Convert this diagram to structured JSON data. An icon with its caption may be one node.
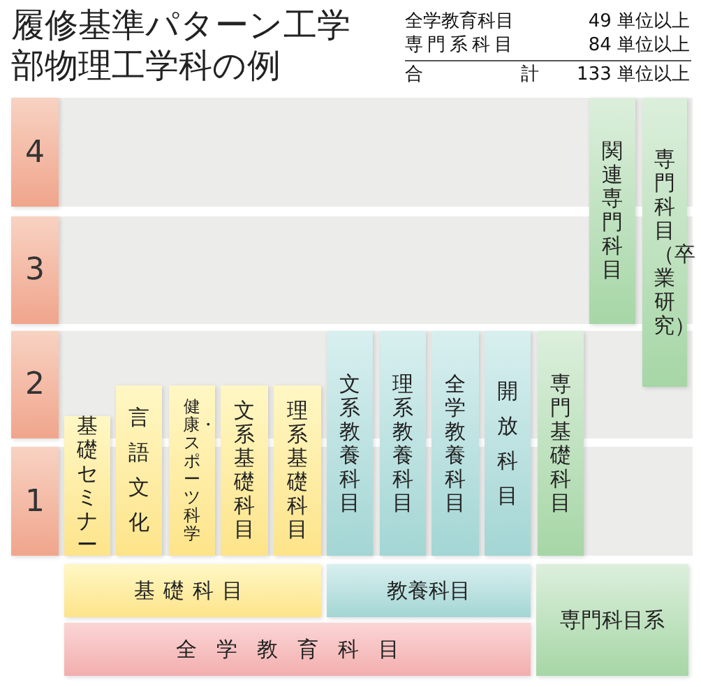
{
  "diagram": {
    "title": "履修基準パターン工学部物理工学科の例",
    "nodes": [
      {
        "text": [
          "4"
        ]
      },
      {
        "text": [
          "3"
        ]
      },
      {
        "text": [
          "2"
        ]
      },
      {
        "text": [
          "1"
        ]
      },
      {
        "text": [
          "関連専門科目"
        ]
      },
      {
        "text": [
          "専門科目（卒業研究）"
        ]
      },
      {
        "text": [
          "文系教養科目"
        ]
      },
      {
        "text": [
          "理系教養科目"
        ]
      },
      {
        "text": [
          "全学教養科目"
        ]
      },
      {
        "text": [
          "開放科目"
        ]
      },
      {
        "text": [
          "専門基礎科目"
        ]
      },
      {
        "text": [
          "言語文化"
        ]
      },
      {
        "text": [
          "文系基礎科目"
        ]
      },
      {
        "text": [
          "理系基礎科目"
        ]
      },
      {
        "text": [
          "基礎セミナー"
        ]
      },
      {
        "text": [
          "健康・スポーツ科学"
        ]
      },
      {
        "text": [
          "基礎科目"
        ]
      },
      {
        "text": [
          "教養科目"
        ]
      },
      {
        "text": [
          "専門科目系"
        ]
      },
      {
        "text": [
          "全学教育科目"
        ]
      }
    ],
    "edges": [],
    "labels": [
      "全学教育科目",
      "49 単位以上",
      "専門系科目",
      "84 単位以上",
      "合計",
      "133 単位以上"
    ]
  }
}
